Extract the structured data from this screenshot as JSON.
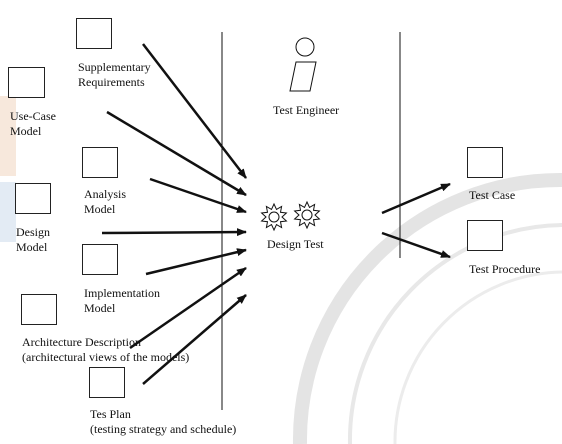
{
  "inputs": {
    "supplementary": "Supplementary\nRequirements",
    "use_case": "Use-Case\nModel",
    "analysis": "Analysis\nModel",
    "design": "Design\nModel",
    "implementation": "Implementation\nModel",
    "architecture": "Architecture Description\n(architectural views of the models)",
    "test_plan": "Tes Plan\n(testing strategy and schedule)"
  },
  "worker": {
    "label": "Test Engineer",
    "icon": "worker-icon"
  },
  "activity": {
    "label": "Design Test",
    "icon": "gears-icon"
  },
  "outputs": {
    "test_case": "Test Case",
    "test_procedure": "Test Procedure"
  },
  "colors": {
    "line": "#111111",
    "watermark_orange": "#f2d8c4",
    "watermark_blue": "#d7e3f0",
    "watermark_gray": "#e4e4e4"
  }
}
